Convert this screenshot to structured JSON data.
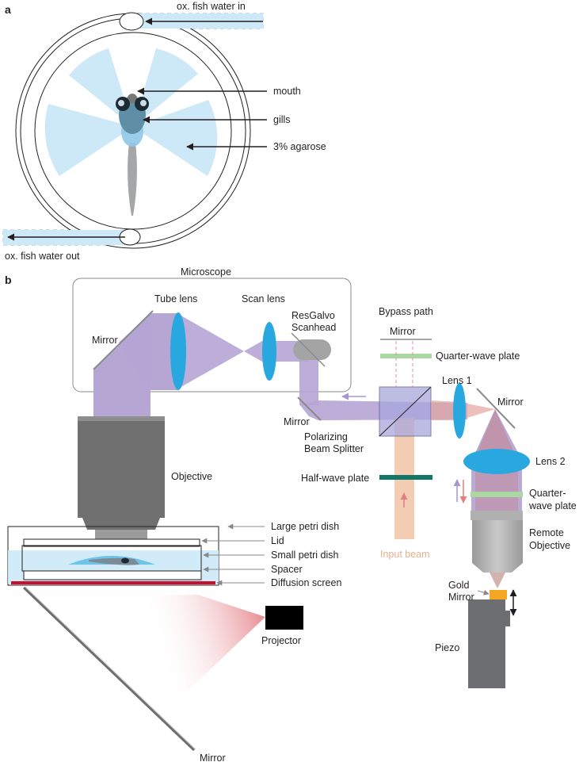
{
  "panel_a": {
    "letter": "a",
    "labels": {
      "water_in": "ox. fish water in",
      "water_out": "ox. fish water out",
      "mouth": "mouth",
      "gills": "gills",
      "agarose": "3% agarose"
    }
  },
  "panel_b": {
    "letter": "b",
    "labels": {
      "microscope": "Microscope",
      "tube_lens": "Tube lens",
      "scan_lens": "Scan lens",
      "scanhead_line1": "ResGalvo",
      "scanhead_line2": "Scanhead",
      "mirror_top": "Mirror",
      "mirror_mid": "Mirror",
      "bypass_path": "Bypass path",
      "bypass_mirror": "Mirror",
      "quarter_wave_top": "Quarter-wave plate",
      "lens1": "Lens 1",
      "mirror_right": "Mirror",
      "pbs_line1": "Polarizing",
      "pbs_line2": "Beam Splitter",
      "lens2": "Lens 2",
      "half_wave": "Half-wave plate",
      "qwp_line1": "Quarter-",
      "qwp_line2": "wave plate",
      "remote_line1": "Remote",
      "remote_line2": "Objective",
      "objective": "Objective",
      "large_petri": "Large petri dish",
      "lid": "Lid",
      "small_petri": "Small petri dish",
      "spacer": "Spacer",
      "diffusion": "Diffusion screen",
      "input_beam": "Input beam",
      "gold_line1": "Gold",
      "gold_line2": "Mirror",
      "piezo": "Piezo",
      "projector": "Projector",
      "mirror_bottom": "Mirror"
    }
  },
  "colors": {
    "agarose": "#cde9f7",
    "beam_purple": "#b5a5d4",
    "lens_blue": "#29a8e0",
    "objective_gray": "#707070",
    "input_beam": "#f0c3a6",
    "qwp_green": "#a9d8a2",
    "hwp_teal": "#127668",
    "gold": "#f5a623",
    "diffusion_red": "#c8102e",
    "projector_red": "#d63a45"
  }
}
